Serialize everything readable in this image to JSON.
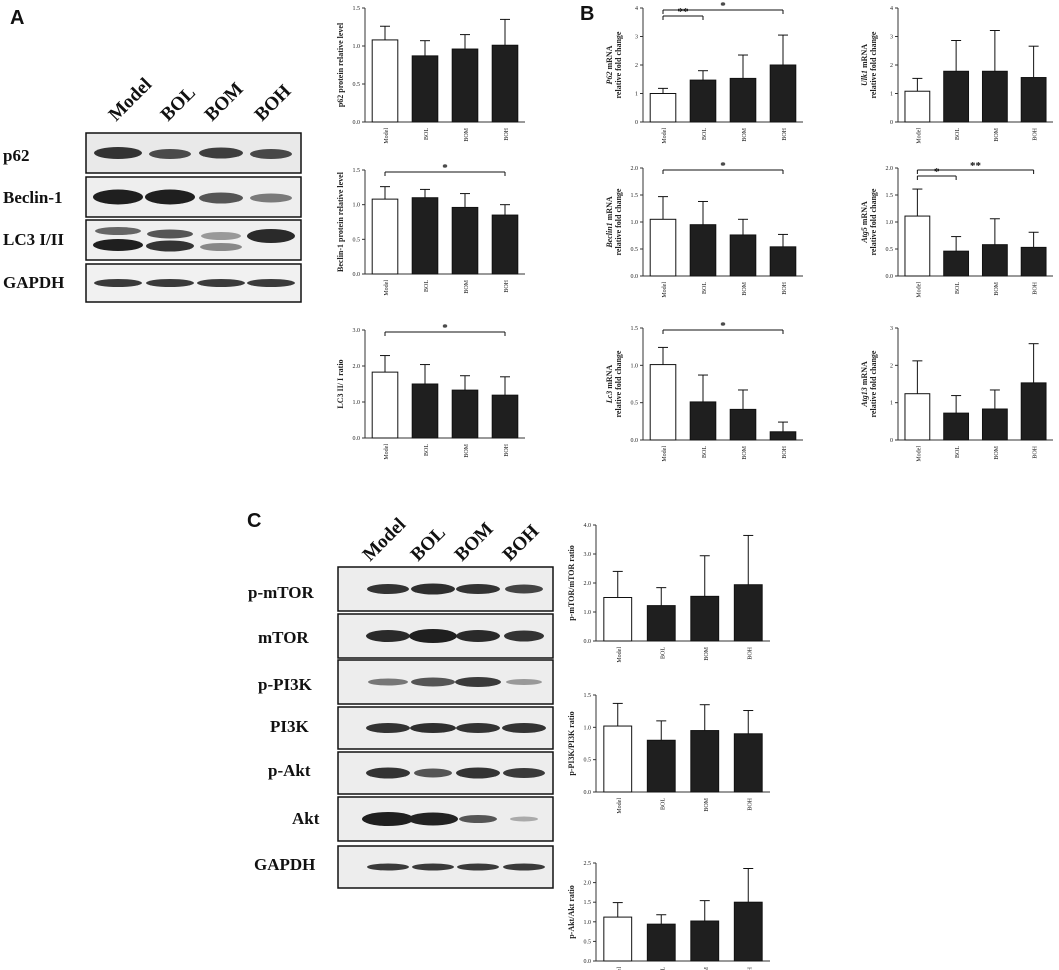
{
  "panels": {
    "a": "A",
    "b": "B",
    "c": "C"
  },
  "blot_a": {
    "lanes": [
      "Model",
      "BOL",
      "BOM",
      "BOH"
    ],
    "rows": [
      "p62",
      "Beclin-1",
      "LC3 I/II",
      "GAPDH"
    ]
  },
  "blot_c": {
    "lanes": [
      "Model",
      "BOL",
      "BOM",
      "BOH"
    ],
    "rows": [
      "p-mTOR",
      "mTOR",
      "p-PI3K",
      "PI3K",
      "p-Akt",
      "Akt",
      "GAPDH"
    ]
  },
  "colors": {
    "bar_control": "#ffffff",
    "bar_treated": "#1f1f1f",
    "axis": "#333333"
  },
  "chart_data": [
    {
      "type": "bar",
      "categories": [
        "Model",
        "BOL",
        "BOM",
        "BOH"
      ],
      "values": [
        1.08,
        0.87,
        0.96,
        1.01
      ],
      "errors": [
        0.18,
        0.2,
        0.19,
        0.34
      ],
      "title": "",
      "xlabel": "",
      "ylabel": "p62 protein relative level",
      "ylim": [
        0,
        1.5
      ],
      "yticks": [
        "0.0",
        "0.5",
        "1.0",
        "1.5"
      ],
      "ytick_values": [
        0,
        0.5,
        1.0,
        1.5
      ],
      "significance": []
    },
    {
      "type": "bar",
      "categories": [
        "Model",
        "BOL",
        "BOM",
        "BOH"
      ],
      "values": [
        1.08,
        1.1,
        0.96,
        0.85
      ],
      "errors": [
        0.18,
        0.12,
        0.2,
        0.15
      ],
      "title": "",
      "xlabel": "",
      "ylabel": "Beclin-1 protein relative level",
      "ylim": [
        0,
        1.5
      ],
      "yticks": [
        "0.0",
        "0.5",
        "1.0",
        "1.5"
      ],
      "ytick_values": [
        0,
        0.5,
        1.0,
        1.5
      ],
      "significance": [
        {
          "from": 0,
          "to": 3,
          "label": "*"
        }
      ]
    },
    {
      "type": "bar",
      "categories": [
        "Model",
        "BOL",
        "BOM",
        "BOH"
      ],
      "values": [
        1.83,
        1.5,
        1.33,
        1.19
      ],
      "errors": [
        0.46,
        0.54,
        0.4,
        0.51
      ],
      "title": "",
      "xlabel": "",
      "ylabel": "LC3 II/ I ratio",
      "ylim": [
        0,
        3.0
      ],
      "yticks": [
        "0.0",
        "1.0",
        "2.0",
        "3.0"
      ],
      "ytick_values": [
        0,
        1,
        2,
        3
      ],
      "significance": [
        {
          "from": 0,
          "to": 3,
          "label": "*"
        }
      ]
    },
    {
      "type": "bar",
      "categories": [
        "Model",
        "BOL",
        "BOM",
        "BOH"
      ],
      "values": [
        1.0,
        1.47,
        1.53,
        2.0
      ],
      "errors": [
        0.18,
        0.33,
        0.82,
        1.05
      ],
      "title": "",
      "xlabel": "",
      "ylabel": "relative fold change",
      "ylabel_italic": "P62",
      "ylabel_suffix": " mRNA",
      "ylim": [
        0,
        4
      ],
      "yticks": [
        "0",
        "1",
        "2",
        "3",
        "4"
      ],
      "ytick_values": [
        0,
        1,
        2,
        3,
        4
      ],
      "significance": [
        {
          "from": 0,
          "to": 1,
          "label": "**"
        },
        {
          "from": 0,
          "to": 3,
          "label": "*"
        }
      ]
    },
    {
      "type": "bar",
      "categories": [
        "Model",
        "BOL",
        "BOM",
        "BOH"
      ],
      "values": [
        1.08,
        1.78,
        1.78,
        1.56
      ],
      "errors": [
        0.45,
        1.08,
        1.43,
        1.1
      ],
      "title": "",
      "xlabel": "",
      "ylabel": "relative fold change",
      "ylabel_italic": "Ulk1",
      "ylabel_suffix": " mRNA",
      "ylim": [
        0,
        4
      ],
      "yticks": [
        "0",
        "1",
        "2",
        "3",
        "4"
      ],
      "ytick_values": [
        0,
        1,
        2,
        3,
        4
      ],
      "significance": []
    },
    {
      "type": "bar",
      "categories": [
        "Model",
        "BOL",
        "BOM",
        "BOH"
      ],
      "values": [
        1.05,
        0.95,
        0.76,
        0.54
      ],
      "errors": [
        0.42,
        0.43,
        0.29,
        0.23
      ],
      "title": "",
      "xlabel": "",
      "ylabel": "relative fold change",
      "ylabel_italic": "Beclin1",
      "ylabel_suffix": " mRNA",
      "ylim": [
        0,
        2.0
      ],
      "yticks": [
        "0.0",
        "0.5",
        "1.0",
        "1.5",
        "2.0"
      ],
      "ytick_values": [
        0,
        0.5,
        1.0,
        1.5,
        2.0
      ],
      "significance": [
        {
          "from": 0,
          "to": 3,
          "label": "*"
        }
      ]
    },
    {
      "type": "bar",
      "categories": [
        "Model",
        "BOL",
        "BOM",
        "BOH"
      ],
      "values": [
        1.11,
        0.46,
        0.58,
        0.53
      ],
      "errors": [
        0.5,
        0.27,
        0.48,
        0.28
      ],
      "title": "",
      "xlabel": "",
      "ylabel": "relative fold change",
      "ylabel_italic": "Atg5",
      "ylabel_suffix": " mRNA",
      "ylim": [
        0,
        2.0
      ],
      "yticks": [
        "0.0",
        "0.5",
        "1.0",
        "1.5",
        "2.0"
      ],
      "ytick_values": [
        0,
        0.5,
        1.0,
        1.5,
        2.0
      ],
      "significance": [
        {
          "from": 0,
          "to": 1,
          "label": "*"
        },
        {
          "from": 0,
          "to": 3,
          "label": "**"
        }
      ]
    },
    {
      "type": "bar",
      "categories": [
        "Model",
        "BOL",
        "BOM",
        "BOH"
      ],
      "values": [
        1.01,
        0.51,
        0.41,
        0.11
      ],
      "errors": [
        0.23,
        0.36,
        0.26,
        0.13
      ],
      "title": "",
      "xlabel": "",
      "ylabel": "relative fold change",
      "ylabel_italic": "Lc3",
      "ylabel_suffix": " mRNA",
      "ylim": [
        0,
        1.5
      ],
      "yticks": [
        "0.0",
        "0.5",
        "1.0",
        "1.5"
      ],
      "ytick_values": [
        0,
        0.5,
        1.0,
        1.5
      ],
      "significance": [
        {
          "from": 0,
          "to": 3,
          "label": "*"
        }
      ]
    },
    {
      "type": "bar",
      "categories": [
        "Model",
        "BOL",
        "BOM",
        "BOH"
      ],
      "values": [
        1.24,
        0.72,
        0.83,
        1.53
      ],
      "errors": [
        0.88,
        0.47,
        0.51,
        1.05
      ],
      "title": "",
      "xlabel": "",
      "ylabel": "relative fold change",
      "ylabel_italic": "Atg13",
      "ylabel_suffix": " mRNA",
      "ylim": [
        0,
        3
      ],
      "yticks": [
        "0",
        "1",
        "2",
        "3"
      ],
      "ytick_values": [
        0,
        1,
        2,
        3
      ],
      "significance": []
    },
    {
      "type": "bar",
      "categories": [
        "Model",
        "BOL",
        "BOM",
        "BOH"
      ],
      "values": [
        1.5,
        1.22,
        1.54,
        1.94
      ],
      "errors": [
        0.9,
        0.62,
        1.4,
        1.7
      ],
      "title": "",
      "xlabel": "",
      "ylabel": "p-mTOR/mTOR ratio",
      "ylim": [
        0,
        4.0
      ],
      "yticks": [
        "0.0",
        "1.0",
        "2.0",
        "3.0",
        "4.0"
      ],
      "ytick_values": [
        0,
        1,
        2,
        3,
        4
      ],
      "significance": []
    },
    {
      "type": "bar",
      "categories": [
        "Model",
        "BOL",
        "BOM",
        "BOH"
      ],
      "values": [
        1.02,
        0.8,
        0.95,
        0.9
      ],
      "errors": [
        0.35,
        0.3,
        0.4,
        0.36
      ],
      "title": "",
      "xlabel": "",
      "ylabel": "p-PI3K/PI3K ratio",
      "ylim": [
        0,
        1.5
      ],
      "yticks": [
        "0.0",
        "0.5",
        "1.0",
        "1.5"
      ],
      "ytick_values": [
        0,
        0.5,
        1.0,
        1.5
      ],
      "significance": []
    },
    {
      "type": "bar",
      "categories": [
        "Model",
        "BOL",
        "BOM",
        "BOH"
      ],
      "values": [
        1.12,
        0.94,
        1.02,
        1.5
      ],
      "errors": [
        0.37,
        0.24,
        0.52,
        0.86
      ],
      "title": "",
      "xlabel": "",
      "ylabel": "p-Akt/Akt ratio",
      "ylim": [
        0,
        2.5
      ],
      "yticks": [
        "0.0",
        "0.5",
        "1.0",
        "1.5",
        "2.0",
        "2.5"
      ],
      "ytick_values": [
        0,
        0.5,
        1.0,
        1.5,
        2.0,
        2.5
      ],
      "significance": []
    }
  ]
}
